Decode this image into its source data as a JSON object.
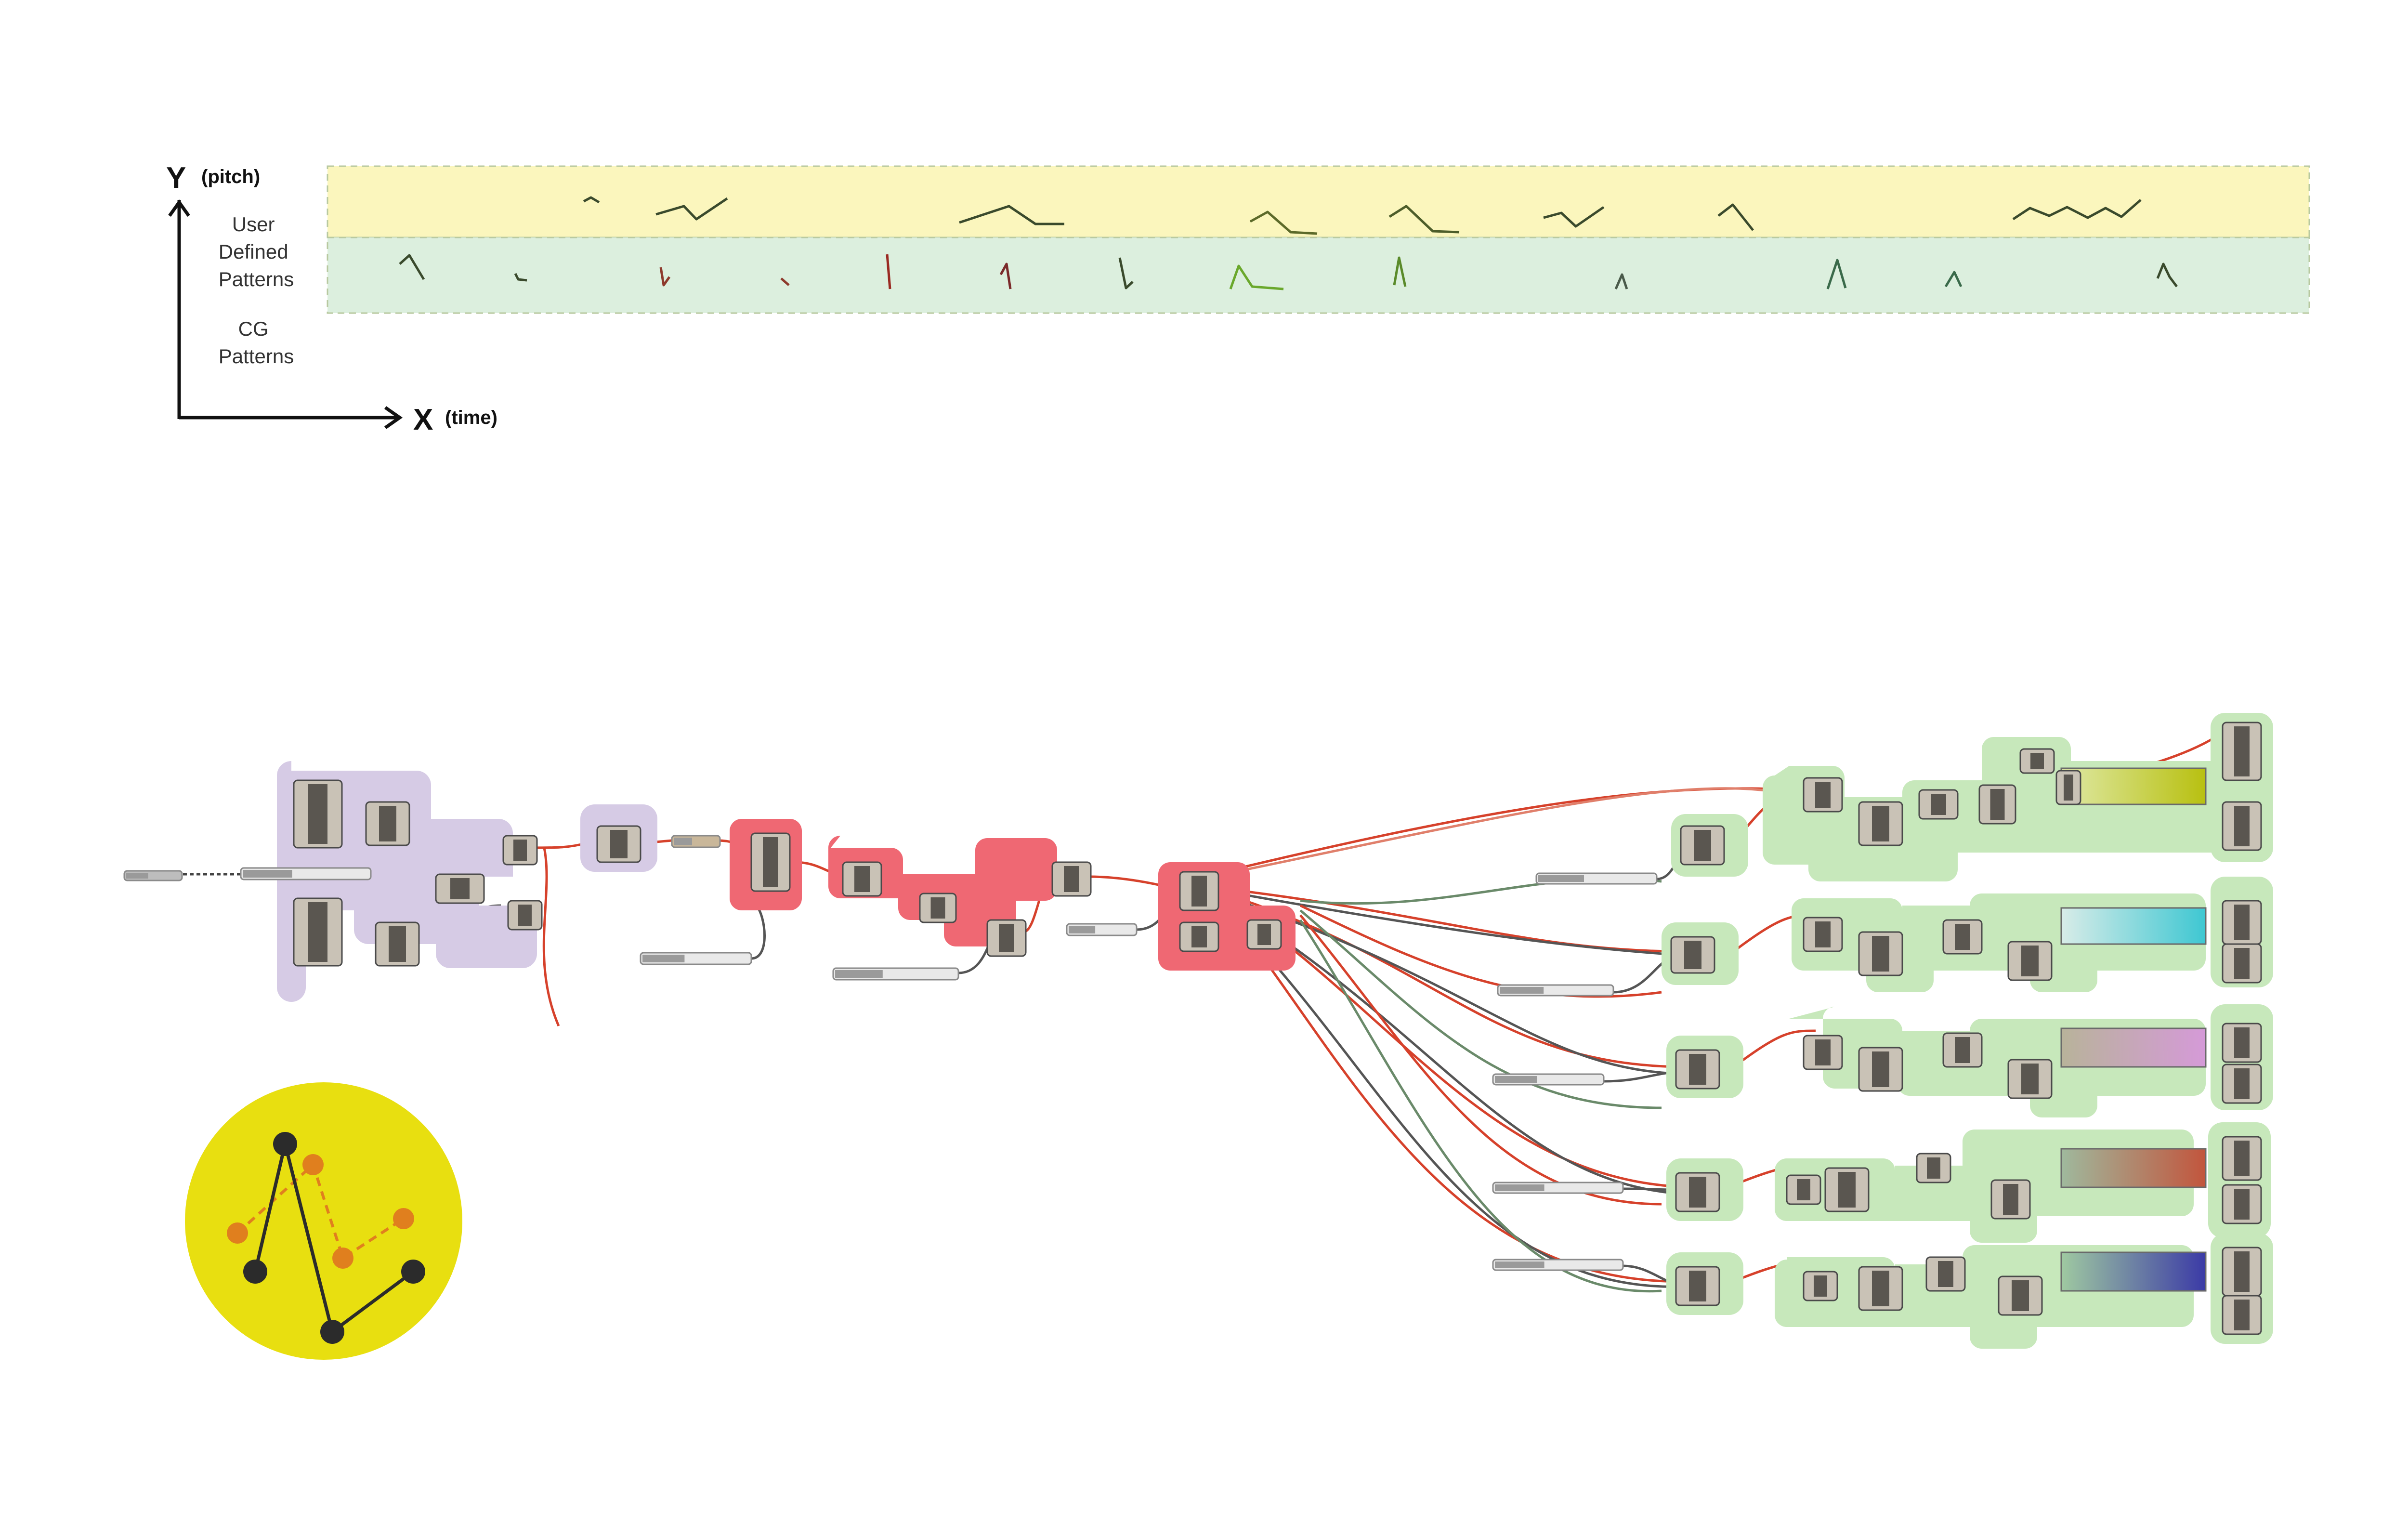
{
  "axes": {
    "y_letter": "Y",
    "y_caption": "(pitch)",
    "x_letter": "X",
    "x_caption": "(time)"
  },
  "bands": {
    "user_label_lines": [
      "User",
      "Defined",
      "Patterns"
    ],
    "cg_label_lines": [
      "CG",
      "Patterns"
    ],
    "user_color": "#fbf6bd",
    "cg_color": "#dcefde"
  },
  "groups": {
    "input_color": "#d6cbe5",
    "process_color": "#ef6873",
    "output_color": "#c7e8bb"
  },
  "gradients": [
    {
      "from": "#dfe9a6",
      "to": "#b8c010"
    },
    {
      "from": "#d8ece8",
      "to": "#3ec7d2"
    },
    {
      "from": "#b8b39a",
      "to": "#d59ad8"
    },
    {
      "from": "#9fb99d",
      "to": "#c2553d"
    },
    {
      "from": "#9fc9a1",
      "to": "#3b3aa6"
    }
  ],
  "icon": {
    "circle_color": "#e8df10",
    "line_color": "#2b2b2b",
    "dash_color": "#e07f1e"
  }
}
